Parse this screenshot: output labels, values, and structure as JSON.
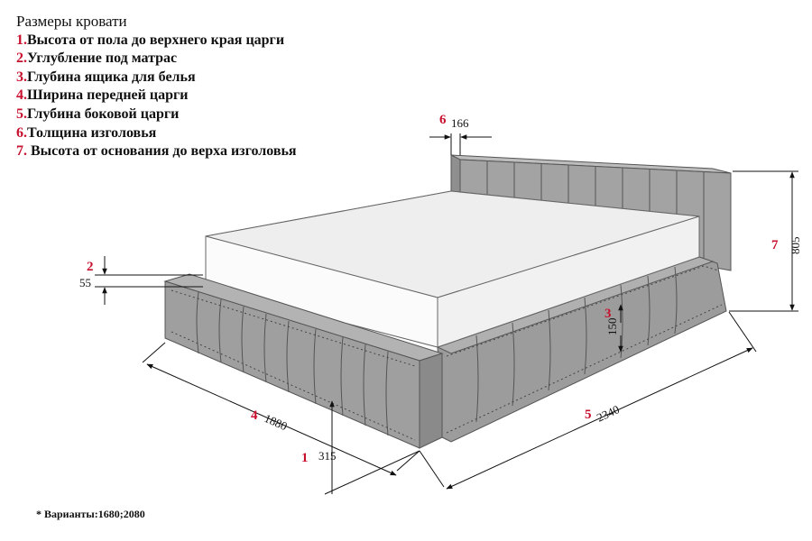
{
  "title": "Размеры кровати",
  "legend": [
    {
      "num": "1.",
      "text": "Высота от пола до верхнего края царги"
    },
    {
      "num": "2.",
      "text": "Углубление под матрас"
    },
    {
      "num": "3.",
      "text": "Глубина ящика для белья"
    },
    {
      "num": "4.",
      "text": "Ширина передней царги"
    },
    {
      "num": "5.",
      "text": "Глубина боковой царги"
    },
    {
      "num": "6.",
      "text": "Толщина изголовья"
    },
    {
      "num": "7.",
      "text": " Высота от основания до верха изголовья"
    }
  ],
  "dimensions": {
    "d1": {
      "num": "1",
      "value": "315"
    },
    "d2": {
      "num": "2",
      "value": "55"
    },
    "d3": {
      "num": "3",
      "value": "150"
    },
    "d4": {
      "num": "4",
      "value": "1880"
    },
    "d5": {
      "num": "5",
      "value": "2340"
    },
    "d6": {
      "num": "6",
      "value": "166"
    },
    "d7": {
      "num": "7",
      "value": "805"
    }
  },
  "footnote": "* Варианты:1680;2080",
  "colors": {
    "frame": "#9a9a9a",
    "frame_dark": "#8a8a8a",
    "mattress": "#f4f4f4",
    "accent": "#c8102e"
  }
}
